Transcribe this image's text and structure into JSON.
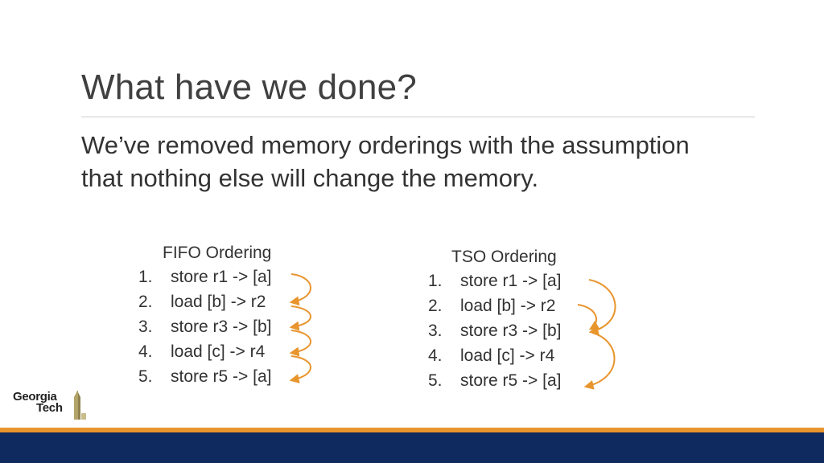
{
  "slide": {
    "title": "What have we done?",
    "subtitle": "We’ve removed memory orderings with the assumption that nothing else will change the memory."
  },
  "fifo": {
    "heading": "FIFO Ordering",
    "items": [
      {
        "num": "1.",
        "text": "store r1 -> [a]"
      },
      {
        "num": "2.",
        "text": "load [b] -> r2"
      },
      {
        "num": "3.",
        "text": "store r3 -> [b]"
      },
      {
        "num": "4.",
        "text": "load [c] -> r4"
      },
      {
        "num": "5.",
        "text": "store r5 -> [a]"
      }
    ]
  },
  "tso": {
    "heading": "TSO Ordering",
    "items": [
      {
        "num": "1.",
        "text": "store r1 -> [a]"
      },
      {
        "num": "2.",
        "text": "load [b] -> r2"
      },
      {
        "num": "3.",
        "text": "store r3 -> [b]"
      },
      {
        "num": "4.",
        "text": "load [c] -> r4"
      },
      {
        "num": "5.",
        "text": "store r5 -> [a]"
      }
    ]
  },
  "logo": {
    "line1": "Georgia",
    "line2": "Tech",
    "icon": "tech-tower-icon"
  },
  "colors": {
    "arrow": "#e8952e",
    "footer_orange": "#e8952e",
    "footer_navy": "#0e2a5e"
  }
}
